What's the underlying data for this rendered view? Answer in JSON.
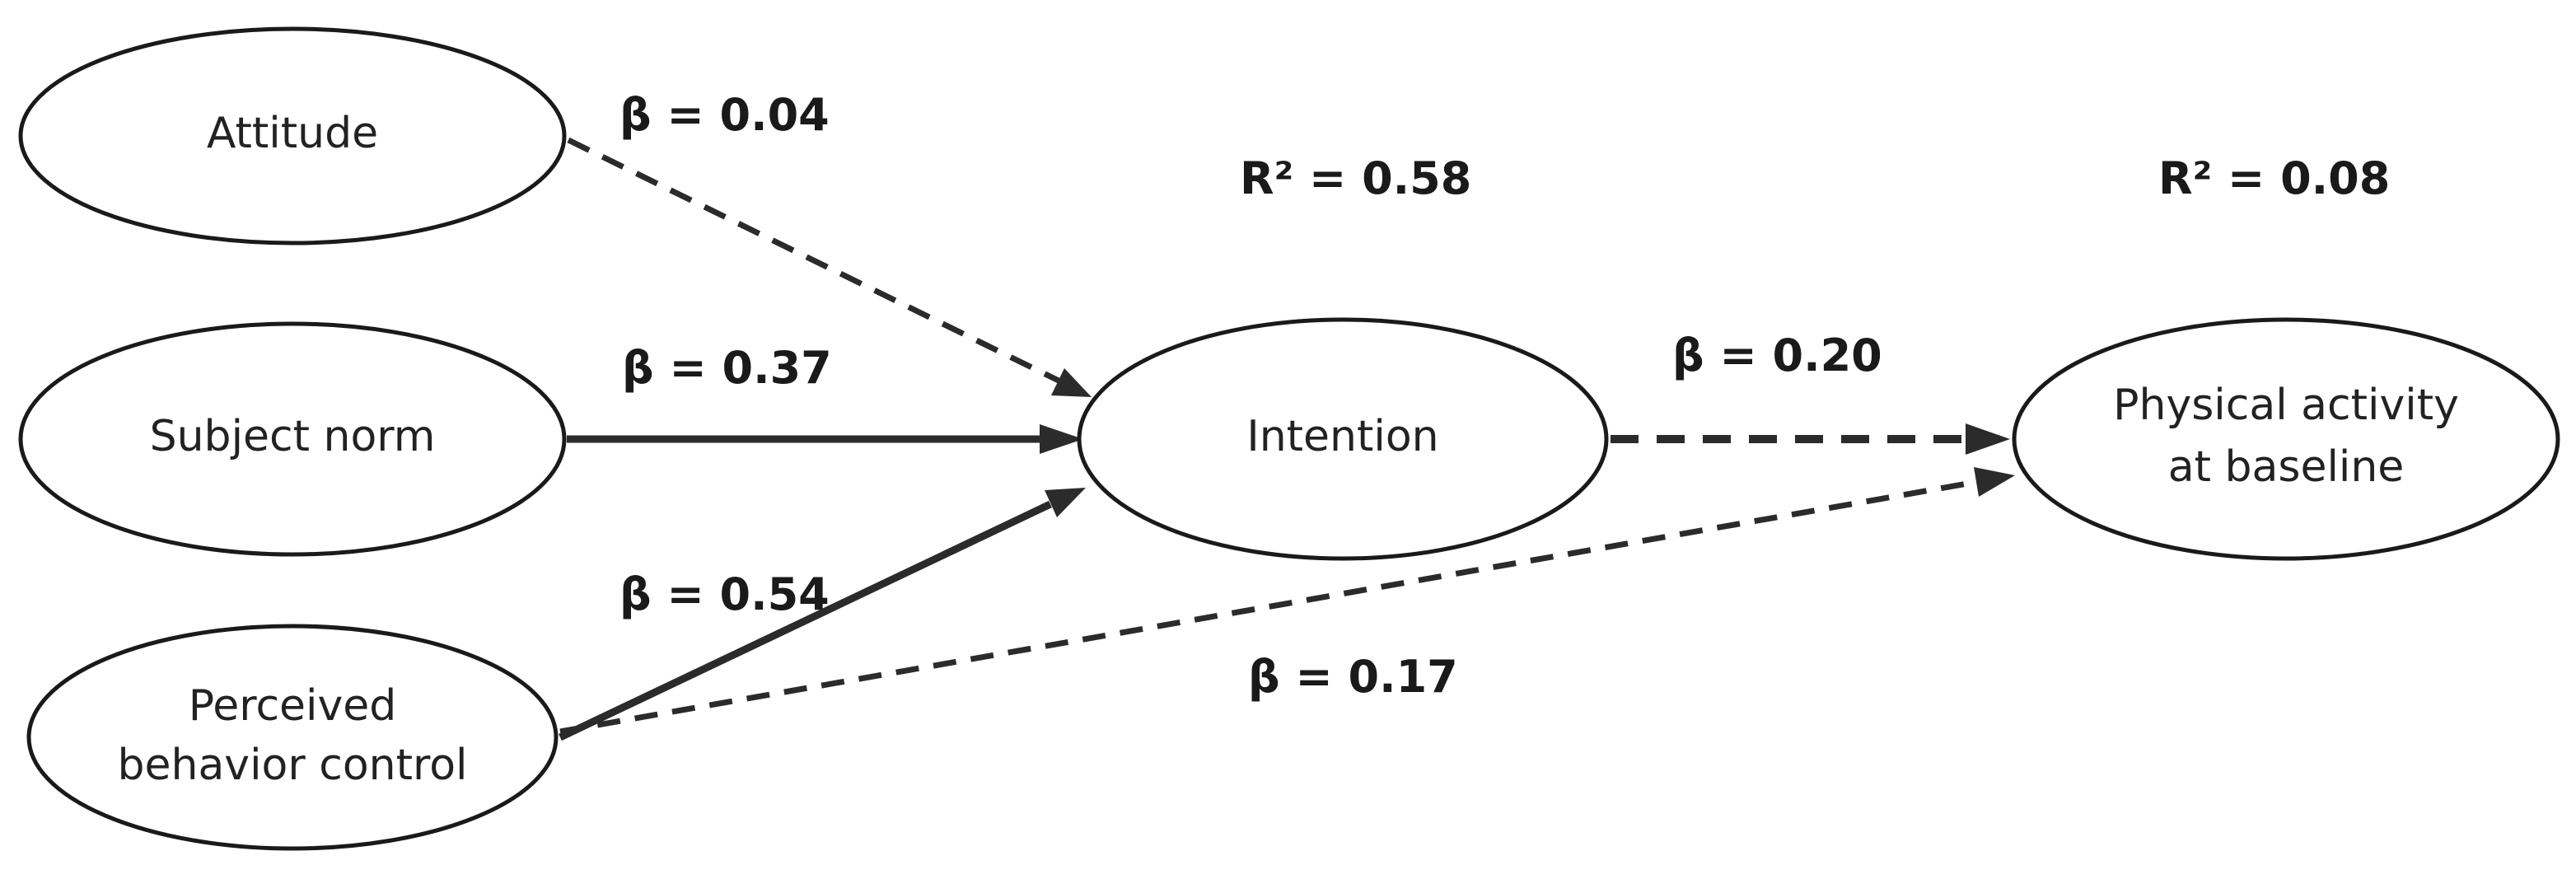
{
  "nodes": {
    "attitude": {
      "label": "Attitude"
    },
    "subject_norm": {
      "label": "Subject norm"
    },
    "pbc": {
      "label_line1": "Perceived",
      "label_line2": "behavior control"
    },
    "intention": {
      "label": "Intention"
    },
    "physical_activity": {
      "label_line1": "Physical activity",
      "label_line2": "at baseline"
    }
  },
  "paths": {
    "attitude_to_intention": {
      "label": "β = 0.04",
      "style": "dashed"
    },
    "subject_norm_to_intention": {
      "label": "β = 0.37",
      "style": "solid"
    },
    "pbc_to_intention": {
      "label": "β = 0.54",
      "style": "solid"
    },
    "intention_to_physical_activity": {
      "label": "β = 0.20",
      "style": "dashed"
    },
    "pbc_to_physical_activity": {
      "label": "β = 0.17",
      "style": "dashed"
    }
  },
  "r_squared": {
    "intention": "R² = 0.58",
    "physical_activity": "R² = 0.08"
  },
  "colors": {
    "line": "#2b2b2b",
    "background": "#ffffff"
  }
}
